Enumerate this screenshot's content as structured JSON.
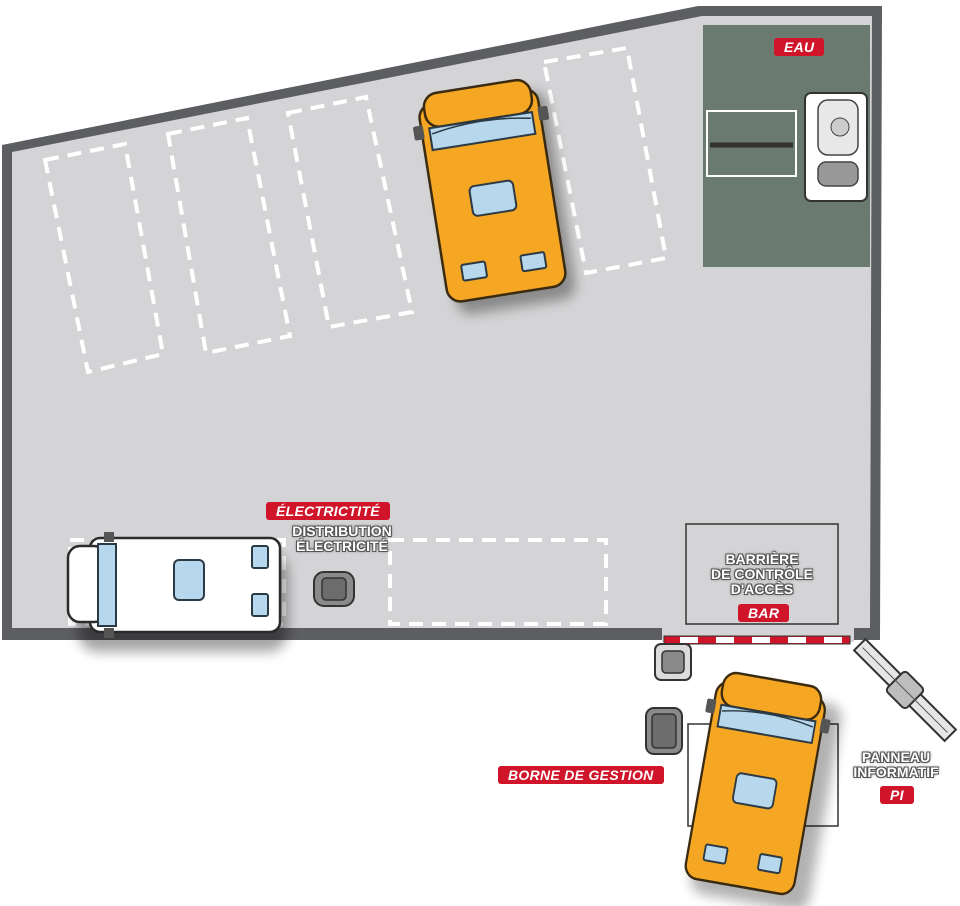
{
  "labels": {
    "eau": "EAU",
    "electricite_tag": "ÉLECTRICTITÉ",
    "distribution_line1": "DISTRIBUTION",
    "distribution_line2": "ÉLECTRICITÉ",
    "barriere_line1": "BARRIÈRE",
    "barriere_line2": "DE CONTRÔLE",
    "barriere_line3": "D'ACCÈS",
    "bar_tag": "BAR",
    "borne_tag": "BORNE DE GESTION",
    "panneau_line1": "PANNEAU",
    "panneau_line2": "INFORMATIF",
    "pi_tag": "PI"
  },
  "colors": {
    "accent_red": "#d0142a",
    "lot_gray": "#d4d4d6",
    "wall_dark": "#5d5e62",
    "service_green": "#6b7a70",
    "van_yellow": "#f5a623",
    "glass_blue": "#b7d7ec"
  },
  "icons": {
    "water_station": "water-station-icon",
    "power_box": "power-box-icon",
    "terminal": "management-terminal-icon",
    "info_panel": "info-panel-icon"
  }
}
